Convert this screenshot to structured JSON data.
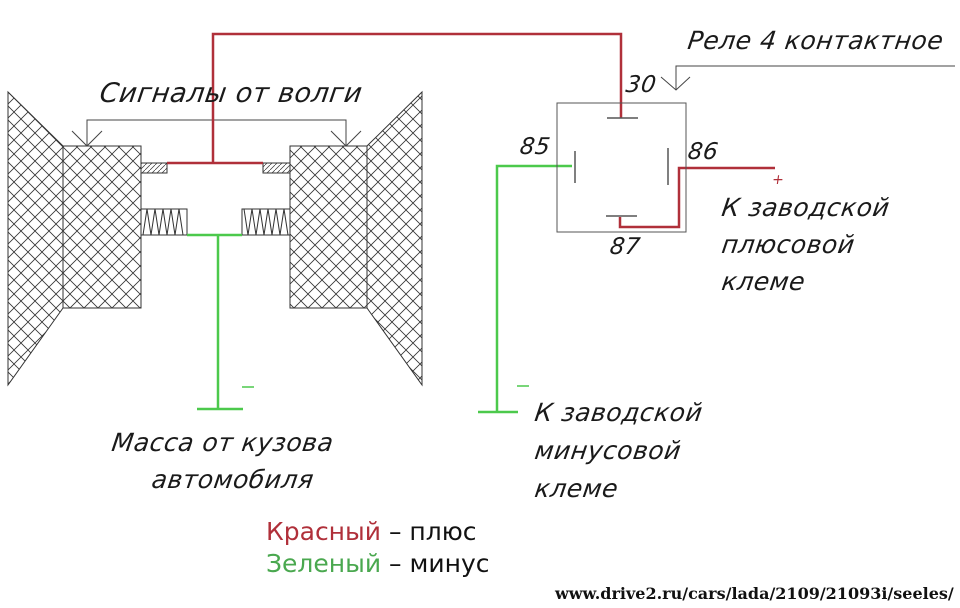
{
  "diagram": {
    "title_horns": "Сигналы от волги",
    "relay_title": "Реле 4 контактное",
    "relay_pins": {
      "pin30": "30",
      "pin85": "85",
      "pin86": "86",
      "pin87": "87"
    },
    "plus_sign": "+",
    "minus_sign_1": "–",
    "minus_sign_2": "–",
    "plus_terminal": {
      "line1": "К заводской",
      "line2": "плюсовой",
      "line3": "клеме"
    },
    "minus_terminal": {
      "line1": "К заводской",
      "line2": "минусовой",
      "line3": "клеме"
    },
    "ground_label": {
      "line1": "Масса от кузова",
      "line2": "автомобиля"
    }
  },
  "legend": {
    "red_word": "Красный",
    "red_meaning": " – плюс",
    "green_word": "Зеленый",
    "green_meaning": " – минус"
  },
  "colors": {
    "plus_wire": "#b0303a",
    "minus_wire": "#4cc94c",
    "outline": "#333333"
  },
  "watermark": "www.drive2.ru/cars/lada/2109/21093i/seeles/"
}
